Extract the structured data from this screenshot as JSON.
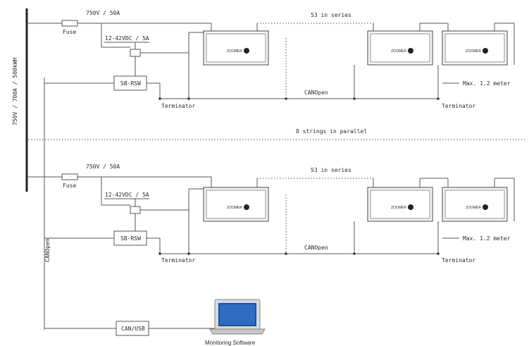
{
  "main_bus_label": "750V / 700A / 500kWH",
  "canopen_vertical_label": "CANOpen",
  "parallel_label": "8 strings in parallel",
  "strings": [
    {
      "voltage_label": "750V / 50A",
      "fuse_label": "Fuse",
      "supply_label": "12-42VDC / 5A",
      "switch_label": "SB-RSW",
      "series_label": "53 in series",
      "can_label": "CANOpen",
      "terminator_left": "Terminator",
      "terminator_right": "Terminator",
      "max_label": "Max. 1.2 meter"
    },
    {
      "voltage_label": "750V / 50A",
      "fuse_label": "Fuse",
      "supply_label": "12-42VDC / 5A",
      "switch_label": "SB-RSW",
      "series_label": "53 in series",
      "can_label": "CANOpen",
      "terminator_left": "Terminator",
      "terminator_right": "Terminator",
      "max_label": "Max. 1.2 meter"
    }
  ],
  "usb_label": "CAN/USB",
  "software_label": "Monitoring Software"
}
